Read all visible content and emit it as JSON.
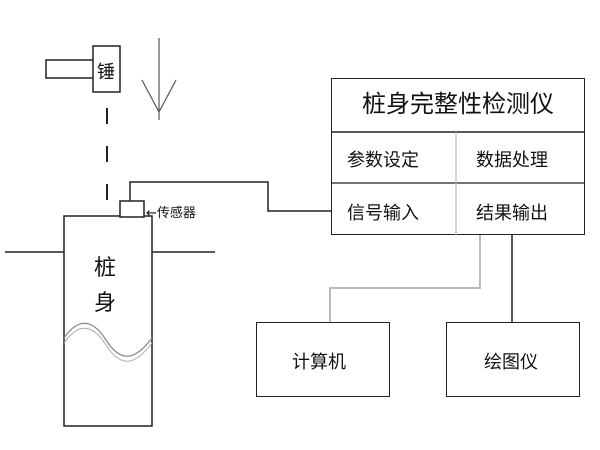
{
  "hammer": {
    "label": "锤"
  },
  "sensor": {
    "label": "←传感器"
  },
  "pile": {
    "label_line1": "桩",
    "label_line2": "身"
  },
  "instrument": {
    "title": "桩身完整性检测仪",
    "cells": [
      "参数设定",
      "数据处理",
      "信号输入",
      "结果输出"
    ]
  },
  "outputs": {
    "computer": "计算机",
    "plotter": "绘图仪"
  }
}
